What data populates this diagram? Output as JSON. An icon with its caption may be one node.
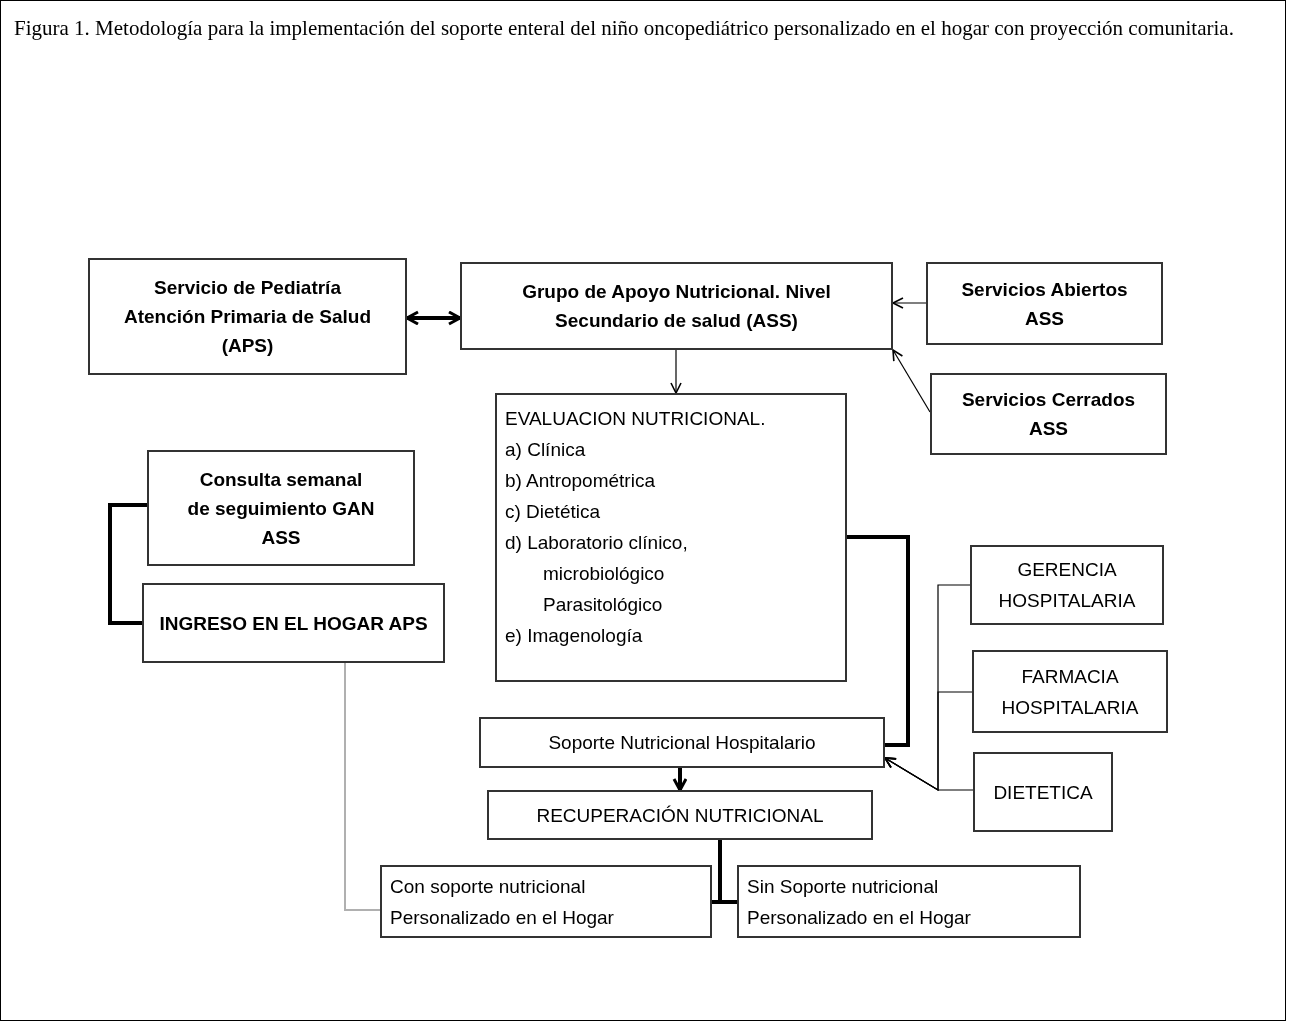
{
  "diagram": {
    "title": "Figura 1. Metodología para la implementación del soporte enteral del niño oncopediátrico personalizado en el hogar con proyección comunitaria.",
    "nodes": [
      {
        "text": [
          "Servicio de Pediatría Atención Primaria de Salud (APS)"
        ]
      },
      {
        "text": [
          "Grupo de Apoyo Nutricional. Nivel Secundario de salud (ASS)"
        ]
      },
      {
        "text": [
          "Servicios Abiertos ASS"
        ]
      },
      {
        "text": [
          "Servicios Cerrados ASS"
        ]
      },
      {
        "text": [
          "EVALUACION NUTRICIONAL.",
          "a) Clínica",
          "b) Antropométrica",
          "c) Dietética",
          "d) Laboratorio clínico, microbiológico Parasitológico",
          "e) Imagenología"
        ]
      },
      {
        "text": [
          "Consulta semanal de seguimiento GAN ASS"
        ]
      },
      {
        "text": [
          "INGRESO EN EL HOGAR APS"
        ]
      },
      {
        "text": [
          "GERENCIA HOSPITALARIA"
        ]
      },
      {
        "text": [
          "FARMACIA HOSPITALARIA"
        ]
      },
      {
        "text": [
          "DIETETICA"
        ]
      },
      {
        "text": [
          "Soporte Nutricional Hospitalario"
        ]
      },
      {
        "text": [
          "RECUPERACIÓN NUTRICIONAL"
        ]
      },
      {
        "text": [
          "Con soporte nutricional Personalizado en el Hogar"
        ]
      },
      {
        "text": [
          "Sin Soporte nutricional Personalizado en el Hogar"
        ]
      }
    ],
    "edges": [
      {
        "from": 0,
        "to": 1,
        "arrow": "both",
        "style": "thick"
      },
      {
        "from": 2,
        "to": 1,
        "arrow": "to"
      },
      {
        "from": 3,
        "to": 1,
        "arrow": "to"
      },
      {
        "from": 1,
        "to": 4,
        "arrow": "to"
      },
      {
        "from": 5,
        "to": 6,
        "arrow": "none",
        "style": "thick"
      },
      {
        "from": 4,
        "to": 10,
        "arrow": "none",
        "style": "thick"
      },
      {
        "from": 7,
        "to": 10,
        "arrow": "to"
      },
      {
        "from": 8,
        "to": 10,
        "arrow": "to"
      },
      {
        "from": 9,
        "to": 10,
        "arrow": "to"
      },
      {
        "from": 10,
        "to": 11,
        "arrow": "to",
        "style": "thick"
      },
      {
        "from": 11,
        "to": 12,
        "arrow": "none",
        "style": "thick"
      },
      {
        "from": 11,
        "to": 13,
        "arrow": "none",
        "style": "thick"
      },
      {
        "from": 6,
        "to": 12,
        "arrow": "none",
        "color": "#b0b0b0"
      }
    ]
  }
}
